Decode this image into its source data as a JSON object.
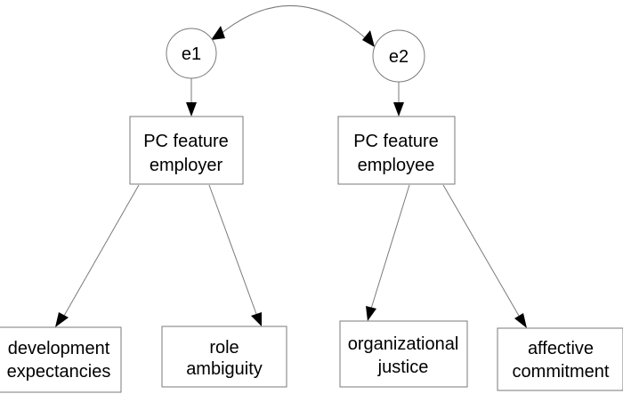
{
  "diagram": {
    "errors": {
      "e1": "e1",
      "e2": "e2"
    },
    "latent": {
      "employer": [
        "PC feature",
        "employer"
      ],
      "employee": [
        "PC feature",
        "employee"
      ]
    },
    "outcomes": {
      "development": [
        "development",
        "expectancies"
      ],
      "role": [
        "role",
        "ambiguity"
      ],
      "justice": [
        "organizational",
        "justice"
      ],
      "commitment": [
        "affective",
        "commitment"
      ]
    },
    "colors": {
      "stroke": "#7a7a7a",
      "arrowhead": "#000000",
      "text": "#000000",
      "background": "#ffffff"
    }
  }
}
